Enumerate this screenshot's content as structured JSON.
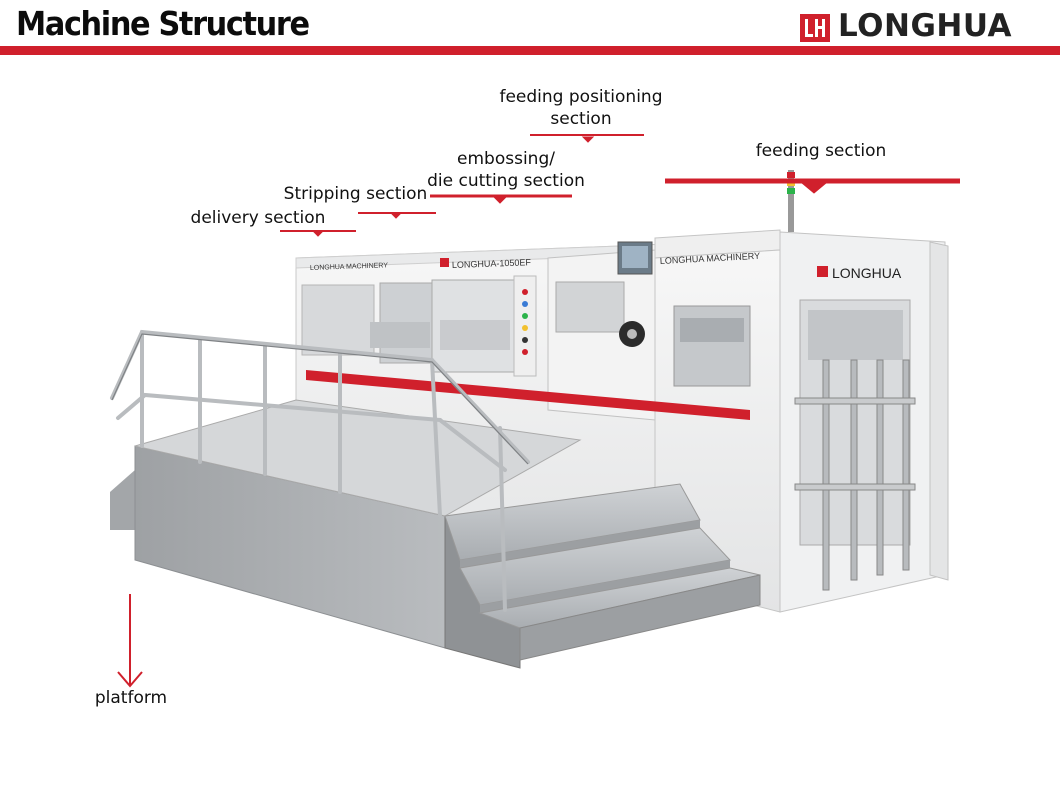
{
  "header": {
    "title": "Machine Structure",
    "logo_text": "LONGHUA",
    "accent_color": "#d0202c"
  },
  "labels": {
    "feeding_positioning": [
      "feeding positioning",
      "section"
    ],
    "embossing": [
      "embossing/",
      "die cutting section"
    ],
    "stripping": "Stripping section",
    "delivery": "delivery section",
    "feeding": "feeding section",
    "platform": "platform"
  },
  "machine_text": {
    "brand_small": "LONGHUA MACHINERY",
    "model": "LONGHUA-1050EF",
    "brand_panel": "LONGHUA MACHINERY",
    "brand_feeder": "LONGHUA"
  },
  "icons": {
    "logo": "longhua-logo-icon",
    "pointer": "arrow-down-icon"
  }
}
